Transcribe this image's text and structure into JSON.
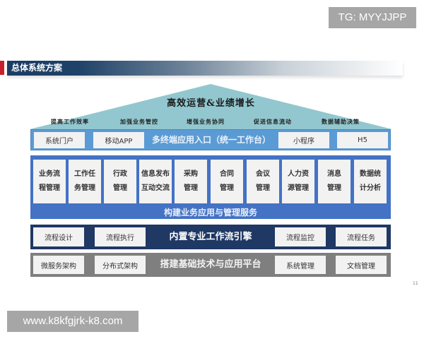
{
  "watermarks": {
    "top": "TG: MYYJJPP",
    "bottom": "www.k8kfgjrk-k8.com"
  },
  "banner": {
    "title": "总体系统方案"
  },
  "roof": {
    "title": "高效运营&业绩增长",
    "goals": [
      "提高工作效率",
      "加强业务管控",
      "增强业务协同",
      "促进信息流动",
      "数据辅助决策"
    ]
  },
  "entry_layer": {
    "label": "多终端应用入口（统一工作台）",
    "items": [
      "系统门户",
      "移动APP",
      "小程序",
      "H5"
    ]
  },
  "business_layer": {
    "label": "构建业务应用与管理服务",
    "modules": [
      {
        "line1": "业务流",
        "line2": "程管理"
      },
      {
        "line1": "工作任",
        "line2": "务管理"
      },
      {
        "line1": "行政",
        "line2": "管理"
      },
      {
        "line1": "信息发布",
        "line2": "互动交流"
      },
      {
        "line1": "采购",
        "line2": "管理"
      },
      {
        "line1": "合同",
        "line2": "管理"
      },
      {
        "line1": "会议",
        "line2": "管理"
      },
      {
        "line1": "人力资",
        "line2": "源管理"
      },
      {
        "line1": "消息",
        "line2": "管理"
      },
      {
        "line1": "数据统",
        "line2": "计分析"
      }
    ]
  },
  "workflow_layer": {
    "label": "内置专业工作流引擎",
    "items": [
      "流程设计",
      "流程执行",
      "流程监控",
      "流程任务"
    ]
  },
  "platform_layer": {
    "label": "搭建基础技术与应用平台",
    "items": [
      "微服务架构",
      "分布式架构",
      "系统管理",
      "文档管理"
    ]
  },
  "colors": {
    "roof": "#92c7cf",
    "entry": "#5b9bd5",
    "business": "#4472c4",
    "workflow": "#1f3864",
    "platform": "#7f7f7f",
    "banner": "#1c3d63",
    "accent_red": "#c8202a"
  },
  "page_number": "11"
}
